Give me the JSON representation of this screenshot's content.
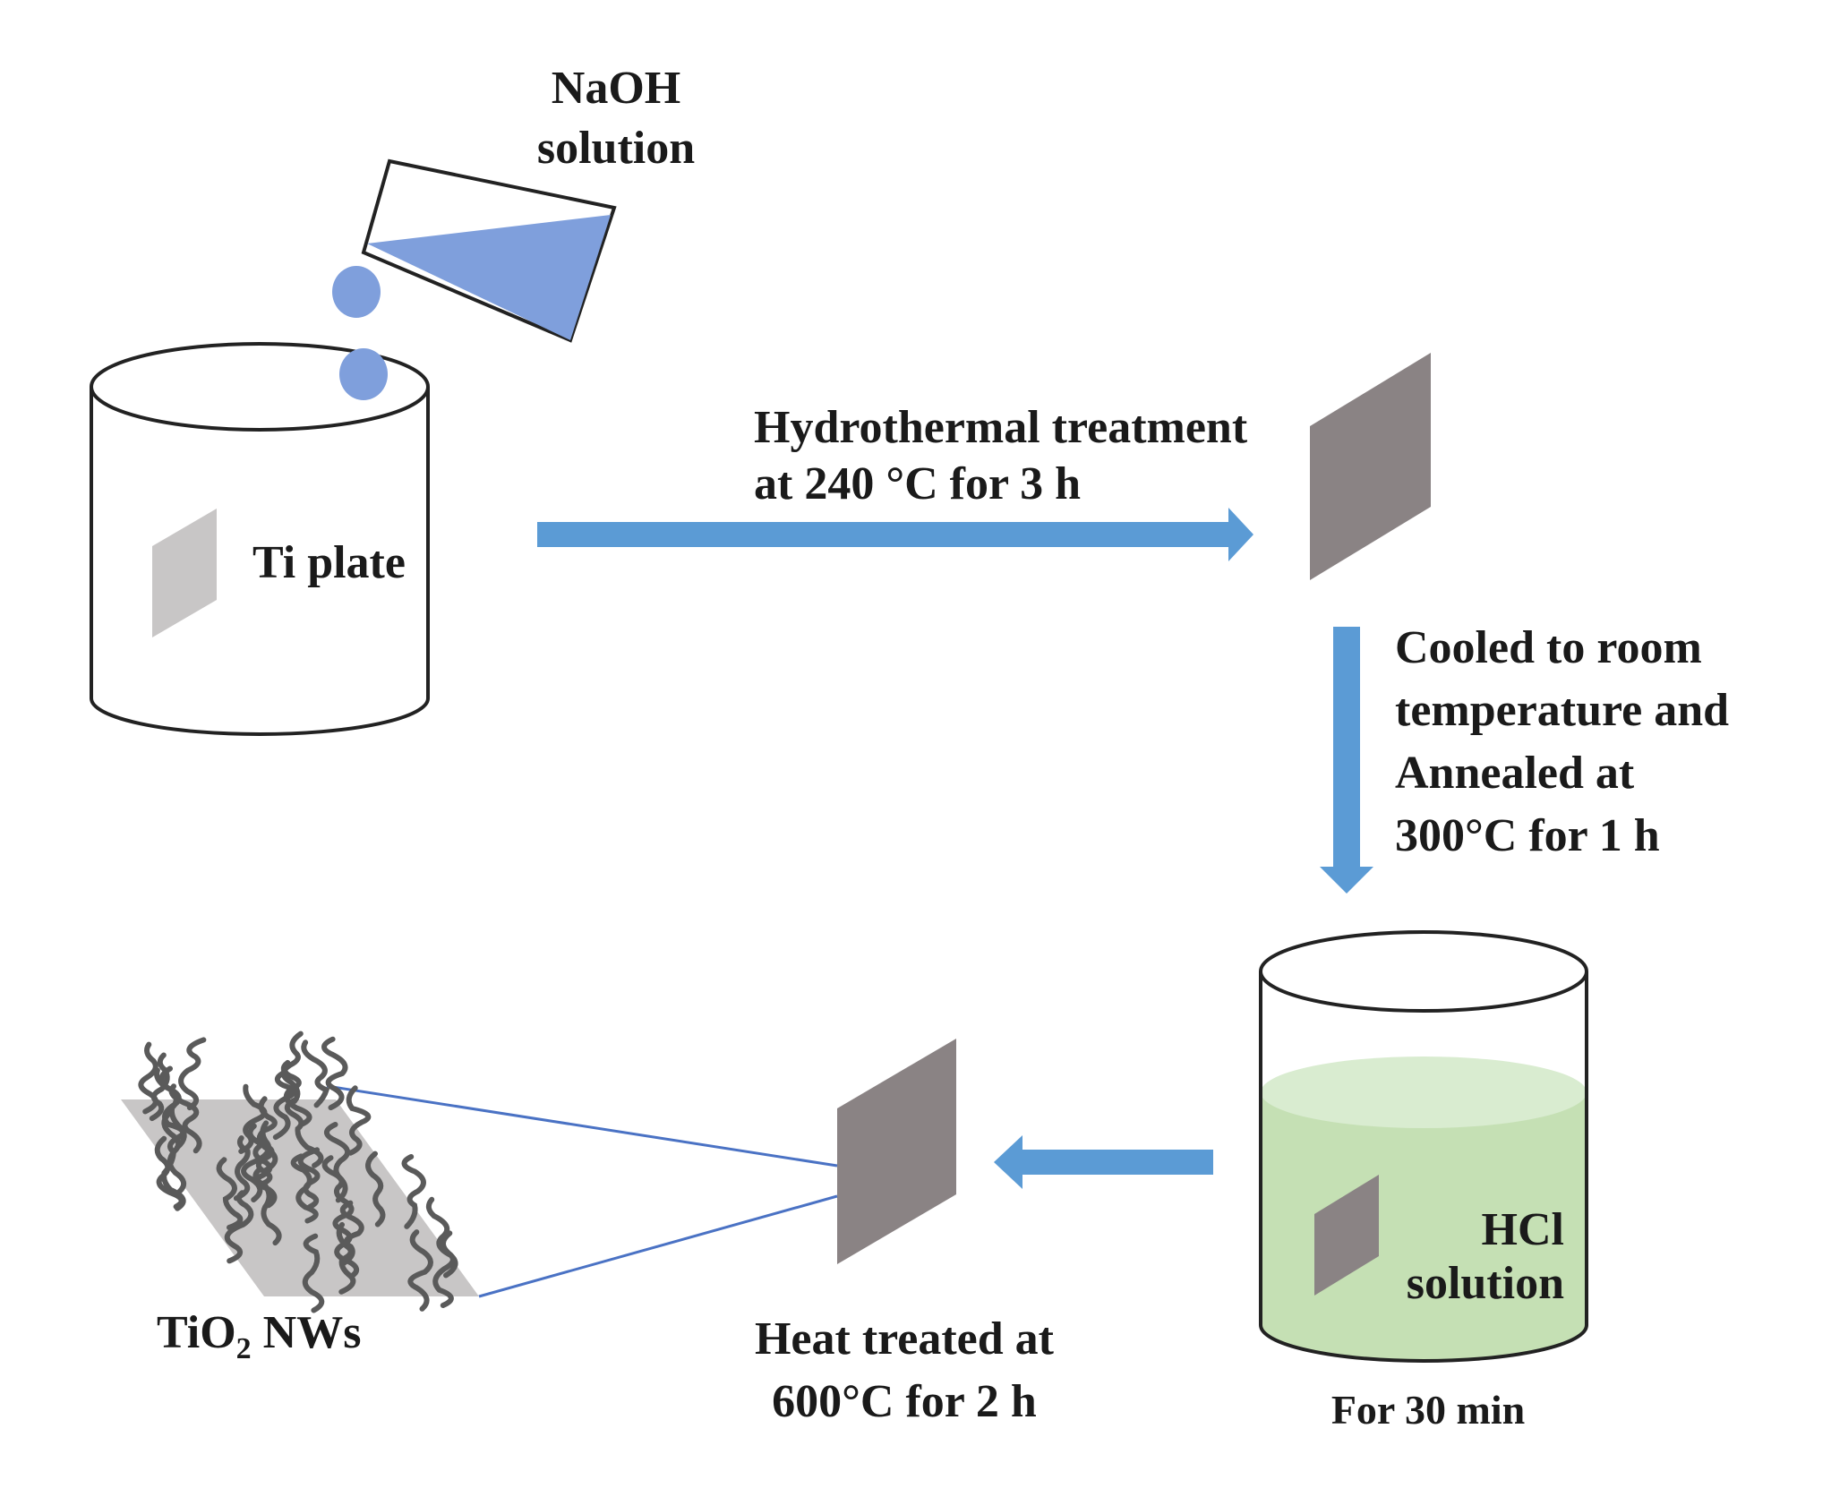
{
  "labels": {
    "naoh_line1": "NaOH",
    "naoh_line2": "solution",
    "ti_plate": "Ti plate",
    "hydro_line1": "Hydrothermal treatment",
    "hydro_line2": "at 240 °C for 3 h",
    "cooled_line1": "Cooled to room",
    "cooled_line2": "temperature and",
    "cooled_line3": "Annealed at",
    "cooled_line4": "300°C for 1 h",
    "hcl_line1": "HCl",
    "hcl_line2": "solution",
    "for_30_min": "For 30 min",
    "heat_line1": "Heat treated at",
    "heat_line2": "600°C for 2 h",
    "tio2_prefix": "TiO",
    "tio2_sub": "2",
    "tio2_suffix": " NWs"
  },
  "colors": {
    "arrow": "#5b9bd5",
    "naoh_liquid": "#7f9fdc",
    "ti_plate_light": "#c8c6c6",
    "plate_dark": "#8a8384",
    "hcl_liquid": "#c5e0b4",
    "hcl_liquid_top": "#d9ecd0",
    "nanowire": "#5a5a5a",
    "zoom_line": "#4a72c4"
  }
}
